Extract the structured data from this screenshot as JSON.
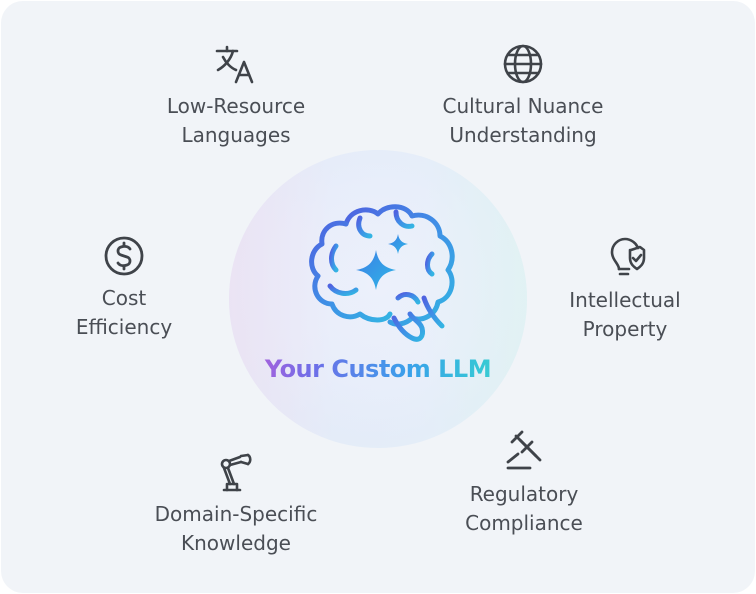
{
  "center": {
    "title": "Your Custom LLM",
    "icon": "brain-sparkle-icon",
    "gradient_colors": [
      "#c45ad6",
      "#3aa0ea",
      "#4dd6c4"
    ]
  },
  "nodes": [
    {
      "id": "low-resource",
      "icon": "translate-icon",
      "lines": [
        "Low-Resource",
        "Languages"
      ]
    },
    {
      "id": "cultural",
      "icon": "globe-icon",
      "lines": [
        "Cultural Nuance",
        "Understanding"
      ]
    },
    {
      "id": "cost",
      "icon": "dollar-coin-icon",
      "lines": [
        "Cost",
        "Efficiency"
      ]
    },
    {
      "id": "ip",
      "icon": "lightbulb-shield-icon",
      "lines": [
        "Intellectual",
        "Property"
      ]
    },
    {
      "id": "domain",
      "icon": "robot-arm-icon",
      "lines": [
        "Domain-Specific",
        "Knowledge"
      ]
    },
    {
      "id": "regulatory",
      "icon": "gavel-icon",
      "lines": [
        "Regulatory",
        "Compliance"
      ]
    }
  ],
  "colors": {
    "card_background": "#f1f4f8",
    "text": "#4a4e55",
    "icon": "#3f4349"
  }
}
